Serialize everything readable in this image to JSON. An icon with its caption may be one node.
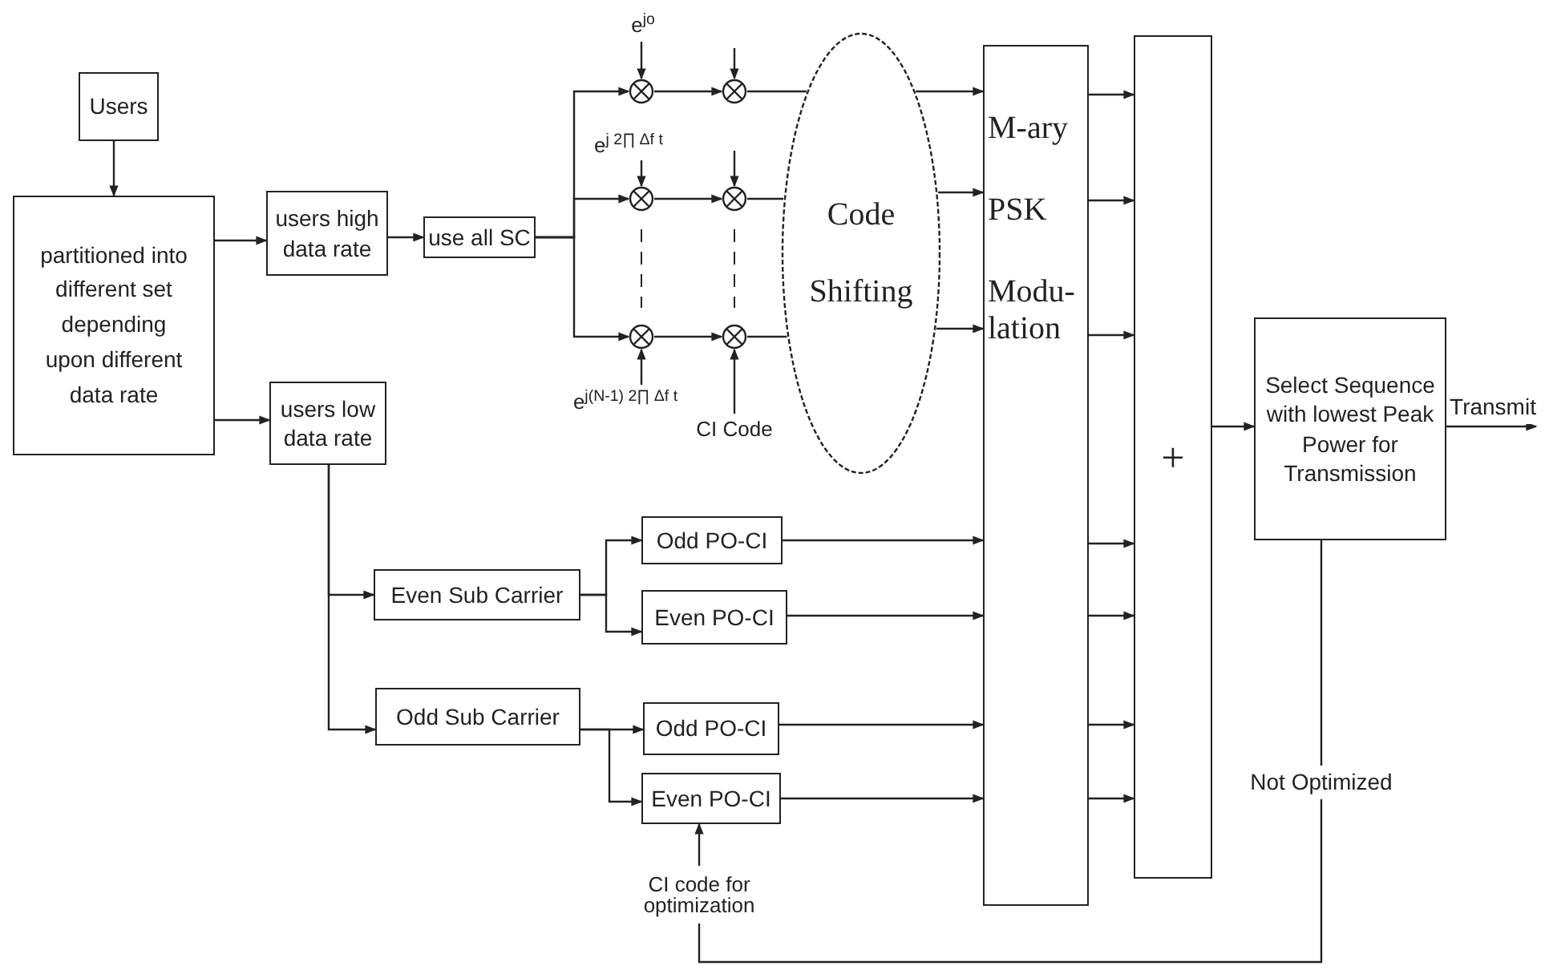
{
  "diagram": {
    "nodes": [
      {
        "text": [
          "Users"
        ]
      },
      {
        "text": [
          "partitioned into different set depending upon different data rate"
        ]
      },
      {
        "text": [
          "users high data rate"
        ]
      },
      {
        "text": [
          "use all SC"
        ]
      },
      {
        "text": [
          "users low data rate"
        ]
      },
      {
        "text": [
          "e$^{jo}$"
        ]
      },
      {
        "text": [],
        "shape": "circle"
      },
      {
        "text": [],
        "shape": "circle"
      },
      {
        "text": [
          "e$^{j 2∏ Δf t}$"
        ]
      },
      {
        "text": [],
        "shape": "circle"
      },
      {
        "text": [],
        "shape": "circle"
      },
      {
        "text": [],
        "shape": "circle"
      },
      {
        "text": [],
        "shape": "circle"
      },
      {
        "text": [
          "e$^{j(N-1) 2∏ Δf t}$"
        ]
      },
      {
        "text": [
          "CI Code"
        ]
      },
      {
        "text": [
          "Code Shifting"
        ]
      },
      {
        "text": [
          "M-ary",
          "PSK",
          "Modu-lation"
        ]
      },
      {
        "text": [
          "+"
        ]
      },
      {
        "text": [
          "Select Sequence with lowest Peak Power for Transmission"
        ]
      },
      {
        "text": [
          "Even Sub Carrier"
        ]
      },
      {
        "text": [
          "Odd PO-CI"
        ]
      },
      {
        "text": [
          "Even PO-CI"
        ]
      },
      {
        "text": [
          "Odd Sub Carrier"
        ]
      },
      {
        "text": [
          "Odd PO-CI"
        ]
      },
      {
        "text": [
          "Even PO-CI"
        ]
      },
      {
        "text": [
          "CI code for optimization"
        ]
      }
    ],
    "edges": [
      {
        "from": 0,
        "to": 1,
        "arrow": "to"
      },
      {
        "from": 1,
        "to": 2,
        "arrow": "to"
      },
      {
        "from": 1,
        "to": 4,
        "arrow": "to"
      },
      {
        "from": 2,
        "to": 3,
        "arrow": "to"
      },
      {
        "from": 3,
        "to": 6,
        "arrow": "to"
      },
      {
        "from": 3,
        "to": 9,
        "arrow": "to"
      },
      {
        "from": 3,
        "to": 11,
        "arrow": "to"
      },
      {
        "from": 5,
        "to": 6,
        "arrow": "to"
      },
      {
        "from": 6,
        "to": 7,
        "arrow": "to"
      },
      {
        "from": 8,
        "to": 9,
        "arrow": "to"
      },
      {
        "from": 9,
        "to": 10,
        "arrow": "to"
      },
      {
        "from": 13,
        "to": 11,
        "arrow": "to"
      },
      {
        "from": 11,
        "to": 12,
        "arrow": "to"
      },
      {
        "from": 14,
        "to": 12,
        "arrow": "to"
      },
      {
        "from": null,
        "to": 7,
        "arrow": "to"
      },
      {
        "from": null,
        "to": 10,
        "arrow": "to"
      },
      {
        "from": 7,
        "to": 15,
        "arrow": "none"
      },
      {
        "from": 10,
        "to": 15,
        "arrow": "none"
      },
      {
        "from": 12,
        "to": 15,
        "arrow": "none"
      },
      {
        "from": 15,
        "to": 16,
        "arrow": "to"
      },
      {
        "from": 15,
        "to": 16,
        "arrow": "to"
      },
      {
        "from": 15,
        "to": 16,
        "arrow": "to"
      },
      {
        "from": 16,
        "to": 17,
        "arrow": "to"
      },
      {
        "from": 16,
        "to": 17,
        "arrow": "to"
      },
      {
        "from": 16,
        "to": 17,
        "arrow": "to"
      },
      {
        "from": 16,
        "to": 17,
        "arrow": "to"
      },
      {
        "from": 16,
        "to": 17,
        "arrow": "to"
      },
      {
        "from": 16,
        "to": 17,
        "arrow": "to"
      },
      {
        "from": 16,
        "to": 17,
        "arrow": "to"
      },
      {
        "from": 17,
        "to": 18,
        "arrow": "to"
      },
      {
        "from": 18,
        "to": null,
        "arrow": "to",
        "label": "Transmit"
      },
      {
        "from": 4,
        "to": 19,
        "arrow": "to"
      },
      {
        "from": 4,
        "to": 22,
        "arrow": "to"
      },
      {
        "from": 19,
        "to": 20,
        "arrow": "to"
      },
      {
        "from": 19,
        "to": 21,
        "arrow": "to"
      },
      {
        "from": 22,
        "to": 23,
        "arrow": "to"
      },
      {
        "from": 22,
        "to": 24,
        "arrow": "to"
      },
      {
        "from": 20,
        "to": 16,
        "arrow": "to"
      },
      {
        "from": 21,
        "to": 16,
        "arrow": "to"
      },
      {
        "from": 23,
        "to": 16,
        "arrow": "to"
      },
      {
        "from": 24,
        "to": 16,
        "arrow": "to"
      },
      {
        "from": 25,
        "to": 24,
        "arrow": "to"
      },
      {
        "from": 18,
        "to": 25,
        "arrow": "none",
        "label": "Not Optimized"
      }
    ]
  }
}
